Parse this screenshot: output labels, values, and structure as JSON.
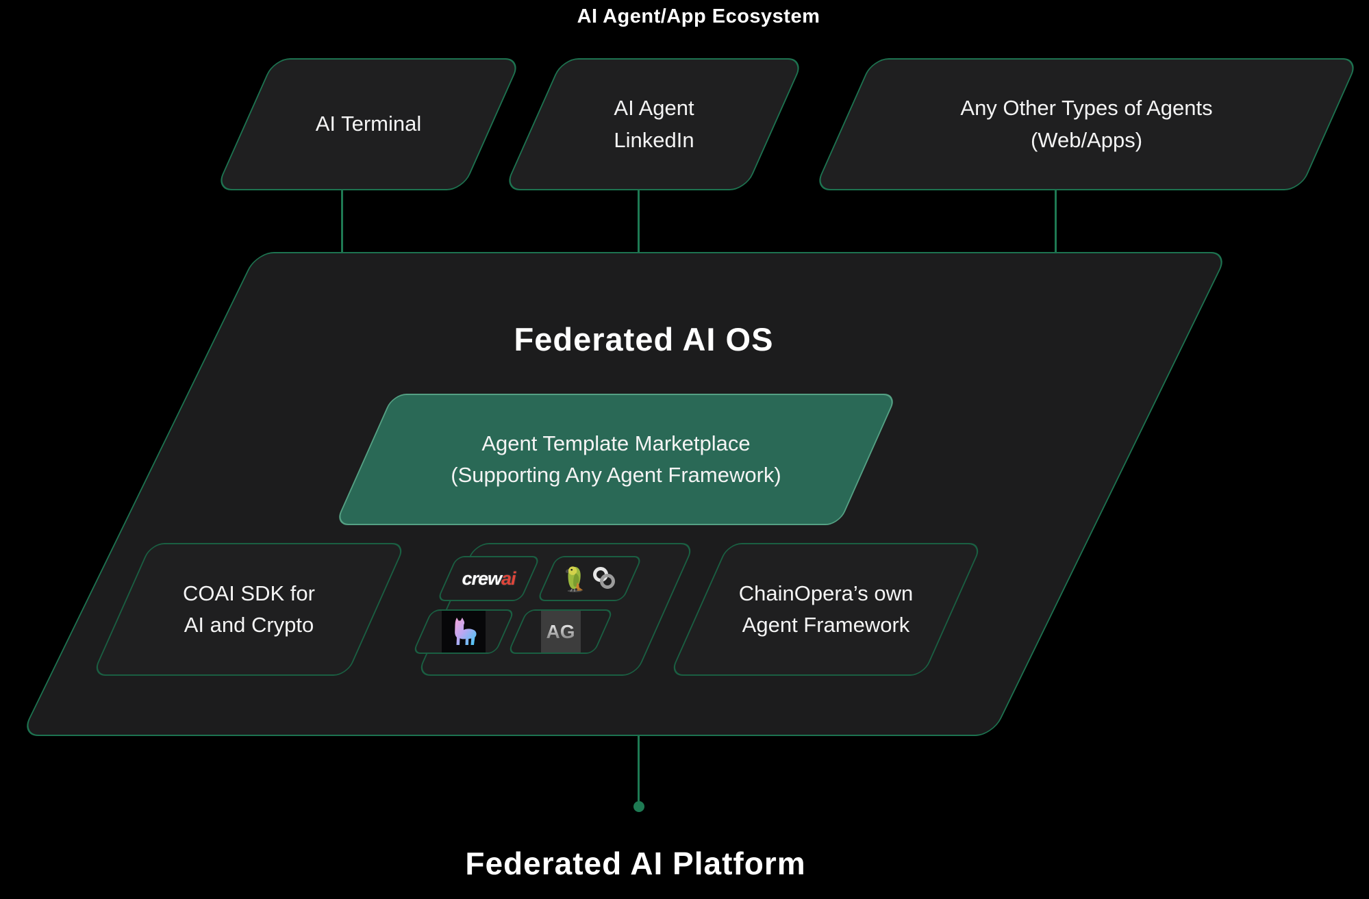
{
  "title": "AI Agent/App Ecosystem",
  "ecosystem_nodes": [
    {
      "label": "AI Terminal"
    },
    {
      "lines": [
        "AI Agent",
        "LinkedIn"
      ]
    },
    {
      "lines": [
        "Any Other Types of Agents",
        "(Web/Apps)"
      ]
    }
  ],
  "os": {
    "title": "Federated AI OS",
    "marketplace": {
      "lines": [
        "Agent Template Marketplace",
        "(Supporting Any Agent Framework)"
      ]
    },
    "coai_sdk": {
      "lines": [
        "COAI SDK for",
        "AI and Crypto"
      ]
    },
    "chainopera": {
      "lines": [
        "ChainOpera’s own",
        "Agent Framework"
      ]
    },
    "agent_frameworks": {
      "crewai": {
        "part_white": "crew",
        "part_red": "ai"
      },
      "autogen_label": "AG",
      "icons": [
        "crewai-logo",
        "langchain-parrot-and-link",
        "llama-logo",
        "autogen-logo"
      ]
    }
  },
  "platform_label": "Federated AI Platform",
  "colors": {
    "background": "#000000",
    "node_fill": "#1f1f20",
    "big_fill": "#1c1c1d",
    "border_green": "#1d7350",
    "inner_border_green": "#1a5f42",
    "line_green": "#1e7a53",
    "marketplace_fill": "#2a6956",
    "marketplace_border": "#55a184",
    "text": "#f4f4f4",
    "crewai_red": "#e0453a"
  }
}
